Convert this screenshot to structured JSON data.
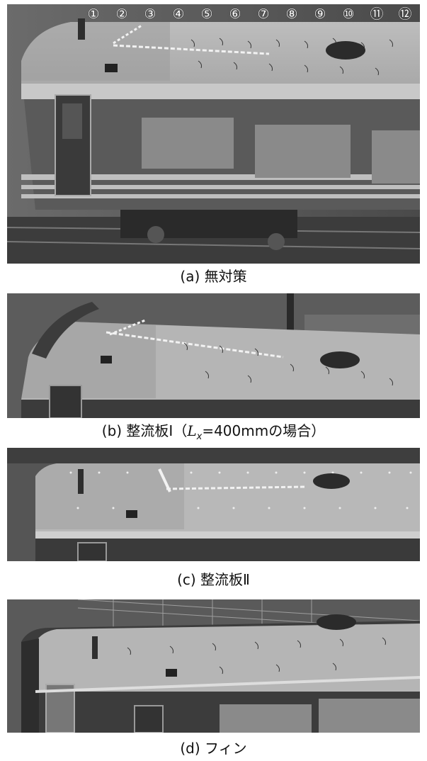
{
  "panels": [
    {
      "id": "a",
      "caption": "(a) 無対策",
      "markers": [
        "①",
        "②",
        "③",
        "④",
        "⑤",
        "⑥",
        "⑦",
        "⑧",
        "⑨",
        "⑩",
        "⑪",
        "⑫"
      ]
    },
    {
      "id": "b",
      "caption_prefix": "(b) 整流板Ⅰ（",
      "caption_var": "L",
      "caption_sub": "x",
      "caption_suffix": "=400mmの場合）"
    },
    {
      "id": "c",
      "caption": "(c) 整流板Ⅱ"
    },
    {
      "id": "d",
      "caption": "(d) フィン"
    }
  ]
}
